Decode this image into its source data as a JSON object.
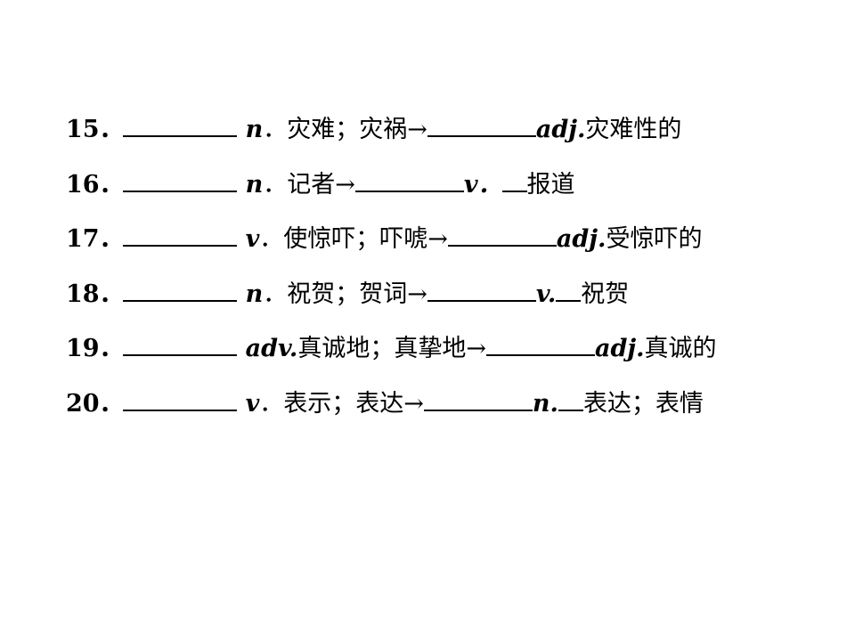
{
  "items": [
    {
      "num": "15",
      "sep": "．",
      "pos1": "n",
      "dot1": "．",
      "meaning1": "灾难；灾祸→",
      "pos2": "adj.",
      "meaning2": " 灾难性的"
    },
    {
      "num": "16",
      "sep": "．",
      "pos1": "n",
      "dot1": "．",
      "meaning1": "记者→",
      "pos2": "v．",
      "meaning2": "报道"
    },
    {
      "num": "17",
      "sep": "．",
      "pos1": "v",
      "dot1": "．",
      "meaning1": "使惊吓；吓唬→",
      "pos2": "adj.",
      "meaning2": "受惊吓的"
    },
    {
      "num": "18",
      "sep": "．",
      "pos1": "n",
      "dot1": "．",
      "meaning1": "祝贺；贺词→",
      "pos2": "v.",
      "meaning2": "祝贺"
    },
    {
      "num": "19",
      "sep": "．",
      "pos1": "adv.",
      "dot1": "",
      "meaning1": "真诚地；真挚地→",
      "pos2": "adj.",
      "meaning2": "真诚的"
    },
    {
      "num": "20",
      "sep": "．",
      "pos1": "v",
      "dot1": "．",
      "meaning1": "表示；表达→",
      "pos2": "n.",
      "meaning2": "表达；表情"
    }
  ]
}
